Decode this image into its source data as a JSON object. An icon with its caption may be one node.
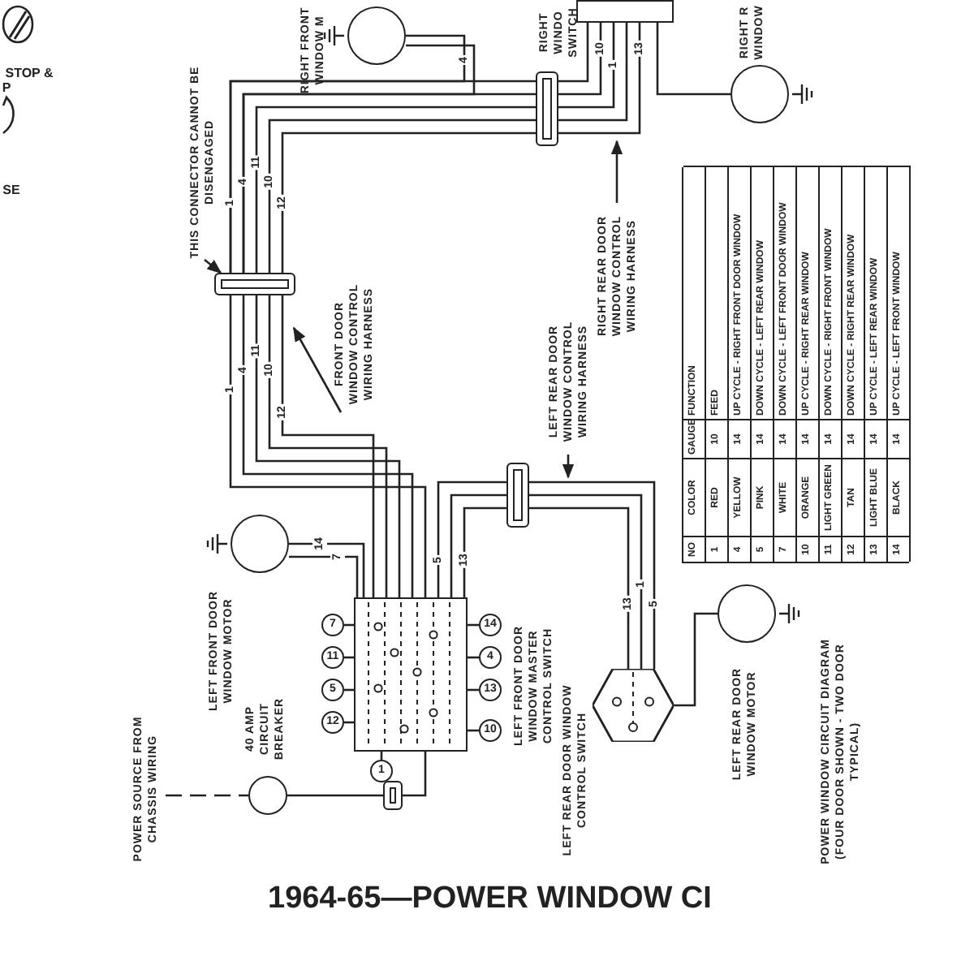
{
  "diagram": {
    "title": "1964-65—POWER WINDOW CI",
    "caption": "POWER WINDOW CIRCUIT DIAGRAM (FOUR DOOR SHOWN - TWO DOOR TYPICAL)",
    "nodes": [
      {
        "text": [],
        "shape": "circle",
        "beside": [
          "RIGHT FRONT WINDOW M"
        ]
      },
      {
        "text": [],
        "shape": "box",
        "beside": [
          "RIGHT WINDO SWITCH"
        ]
      },
      {
        "text": [],
        "shape": "circle",
        "beside": [
          "RIGHT R WINDOW"
        ]
      },
      {
        "text": [],
        "shape": "box"
      },
      {
        "text": [
          "THIS CONNECTOR CANNOT BE DISENGAGED"
        ]
      },
      {
        "text": [
          "FRONT DOOR WINDOW CONTROL WIRING HARNESS"
        ]
      },
      {
        "text": [],
        "shape": "box"
      },
      {
        "text": [
          "RIGHT REAR DOOR WINDOW CONTROL WIRING HARNESS"
        ]
      },
      {
        "text": [],
        "shape": "box"
      },
      {
        "text": [
          "LEFT REAR DOOR WINDOW CONTROL WIRING HARNESS"
        ]
      },
      {
        "text": [],
        "shape": "circle",
        "beside": [
          "LEFT FRONT DOOR WINDOW MOTOR"
        ]
      },
      {
        "text": [],
        "shape": "box"
      },
      {
        "text": [],
        "shape": "circle",
        "beside": [
          "40 AMP CIRCUIT BREAKER"
        ]
      },
      {
        "text": [
          "POWER SOURCE FROM CHASSIS WIRING"
        ]
      },
      {
        "text": [],
        "shape": "box"
      },
      {
        "text": [],
        "shape": "diamond",
        "beside": [
          "LEFT REAR DOOR WINDOW CONTROL SWITCH"
        ]
      },
      {
        "text": [],
        "shape": "circle",
        "beside": [
          "LEFT REAR DOOR WINDOW MOTOR"
        ]
      },
      {
        "text": [
          "7"
        ]
      },
      {
        "text": [
          "11"
        ]
      },
      {
        "text": [
          "5"
        ]
      },
      {
        "text": [
          "12"
        ]
      },
      {
        "text": [
          "1"
        ]
      },
      {
        "text": [
          "14"
        ]
      },
      {
        "text": [
          "4"
        ]
      },
      {
        "text": [
          "13"
        ]
      },
      {
        "text": [
          "10"
        ]
      }
    ],
    "edges": [
      {
        "from": 0,
        "to": 3,
        "arrow": "none"
      },
      {
        "from": 0,
        "to": 3,
        "arrow": "none"
      },
      {
        "from": 6,
        "to": 3,
        "arrow": "none"
      },
      {
        "from": 6,
        "to": 3,
        "arrow": "none"
      },
      {
        "from": 6,
        "to": 3,
        "arrow": "none"
      },
      {
        "from": 6,
        "to": 3,
        "arrow": "none"
      },
      {
        "from": 6,
        "to": 3,
        "arrow": "none"
      },
      {
        "from": 3,
        "to": 11,
        "arrow": "none"
      },
      {
        "from": 3,
        "to": 11,
        "arrow": "none"
      },
      {
        "from": 3,
        "to": 11,
        "arrow": "none"
      },
      {
        "from": 3,
        "to": 11,
        "arrow": "none"
      },
      {
        "from": 3,
        "to": 11,
        "arrow": "none"
      },
      {
        "from": 6,
        "to": 1,
        "arrow": "none"
      },
      {
        "from": 6,
        "to": 1,
        "arrow": "none"
      },
      {
        "from": 6,
        "to": 1,
        "arrow": "none"
      },
      {
        "from": 6,
        "to": 1,
        "arrow": "none"
      },
      {
        "from": 6,
        "to": 1,
        "arrow": "none"
      },
      {
        "from": 2,
        "to": 1,
        "arrow": "none"
      },
      {
        "from": 10,
        "to": 11,
        "arrow": "none"
      },
      {
        "from": 10,
        "to": 11,
        "arrow": "none"
      },
      {
        "from": 11,
        "to": 8,
        "arrow": "none"
      },
      {
        "from": 11,
        "to": 8,
        "arrow": "none"
      },
      {
        "from": 11,
        "to": 8,
        "arrow": "none"
      },
      {
        "from": 8,
        "to": 15,
        "arrow": "none"
      },
      {
        "from": 8,
        "to": 15,
        "arrow": "none"
      },
      {
        "from": 8,
        "to": 15,
        "arrow": "none"
      },
      {
        "from": 16,
        "to": 15,
        "arrow": "none"
      },
      {
        "from": 12,
        "to": 14,
        "arrow": "none"
      },
      {
        "from": 14,
        "to": 11,
        "arrow": "none"
      },
      {
        "from": 13,
        "to": 12,
        "arrow": "none",
        "style": "dashed"
      },
      {
        "from": 4,
        "to": 3,
        "arrow": "to"
      },
      {
        "from": 5,
        "to": null,
        "arrow": "to"
      },
      {
        "from": 7,
        "to": null,
        "arrow": "to"
      },
      {
        "from": 9,
        "to": null,
        "arrow": "to"
      },
      {
        "from": 17,
        "to": 11,
        "arrow": "none"
      },
      {
        "from": 18,
        "to": 11,
        "arrow": "none"
      },
      {
        "from": 19,
        "to": 11,
        "arrow": "none"
      },
      {
        "from": 20,
        "to": 11,
        "arrow": "none"
      },
      {
        "from": 21,
        "to": 11,
        "arrow": "none"
      },
      {
        "from": 22,
        "to": 11,
        "arrow": "none"
      },
      {
        "from": 23,
        "to": 11,
        "arrow": "none"
      },
      {
        "from": 24,
        "to": 11,
        "arrow": "none"
      },
      {
        "from": 25,
        "to": 11,
        "arrow": "none"
      }
    ],
    "labels": [
      "STOP &",
      "P",
      "SE",
      "1",
      "4",
      "11",
      "10",
      "12",
      "1",
      "4",
      "11",
      "10",
      "12",
      "4",
      "10",
      "1",
      "13",
      "5",
      "13",
      "14",
      "7",
      "13",
      "1",
      "5",
      "LEFT FRONT DOOR WINDOW MASTER CONTROL SWITCH",
      "NO",
      "COLOR",
      "GAUGE",
      "FUNCTION",
      "1",
      "RED",
      "10",
      "FEED",
      "4",
      "YELLOW",
      "14",
      "UP CYCLE - RIGHT FRONT DOOR WINDOW",
      "5",
      "PINK",
      "14",
      "DOWN CYCLE - LEFT REAR WINDOW",
      "7",
      "WHITE",
      "14",
      "DOWN CYCLE - LEFT FRONT DOOR WINDOW",
      "10",
      "ORANGE",
      "14",
      "UP CYCLE - RIGHT REAR WINDOW",
      "11",
      "LIGHT GREEN",
      "14",
      "DOWN CYCLE - RIGHT FRONT WINDOW",
      "12",
      "TAN",
      "14",
      "DOWN CYCLE - RIGHT REAR WINDOW",
      "13",
      "LIGHT BLUE",
      "14",
      "UP CYCLE - LEFT REAR WINDOW",
      "14",
      "BLACK",
      "14",
      "UP CYCLE - LEFT FRONT WINDOW"
    ]
  }
}
